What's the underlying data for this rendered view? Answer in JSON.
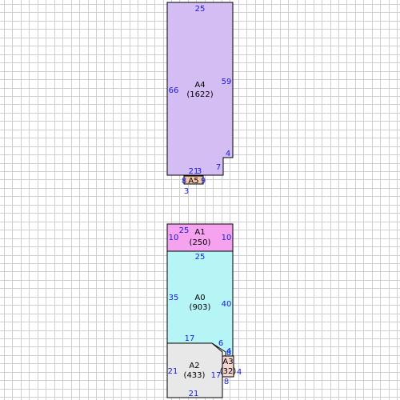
{
  "colors": {
    "background": "#ffffff",
    "grid": "#cfcfcf",
    "outline": "#000000",
    "dimension_text": "#1a1adf"
  },
  "rooms": {
    "a4": {
      "name": "A4",
      "area": "(1622)",
      "fill": "#d3bdf3"
    },
    "a5": {
      "name": "A5",
      "area": "",
      "fill": "#f2c7a8"
    },
    "a1": {
      "name": "A1",
      "area": "(250)",
      "fill": "#f5a3ef"
    },
    "a0": {
      "name": "A0",
      "area": "(903)",
      "fill": "#b5f5f5"
    },
    "a2": {
      "name": "A2",
      "area": "(433)",
      "fill": "#e8e8e8"
    },
    "a3": {
      "name": "A3",
      "area": "(32)",
      "fill": "#f3d6cf"
    }
  },
  "dimensions": {
    "a4_top": "25",
    "a4_left": "66",
    "a4_right": "59",
    "a4_step_vertical": "4",
    "a4_step_horizontal": "7",
    "a4_bottom": "21",
    "a4_bottom_3": "3",
    "a5_left": "8",
    "a5_right": "9",
    "a5_bottom": "3",
    "a1_top": "25",
    "a1_left": "10",
    "a1_right": "10",
    "a0_top": "25",
    "a0_left": "35",
    "a0_right": "40",
    "a0_bottom": "17",
    "a0_chamfer": "6",
    "a0_small": "4",
    "a2_left": "21",
    "a2_bottom": "21",
    "a2_right": "17",
    "a3_left": "8",
    "a3_right": "4",
    "a3_bottom": "8"
  }
}
